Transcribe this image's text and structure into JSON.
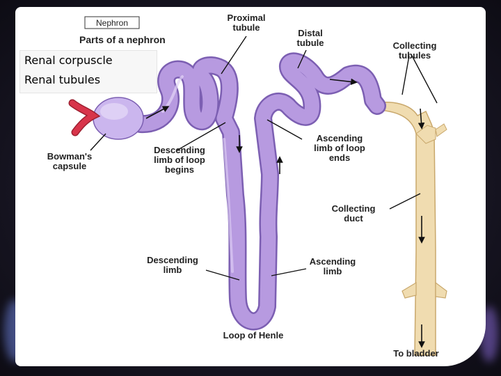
{
  "overlay": {
    "line1": "Renal corpuscle",
    "line2": "Renal tubules"
  },
  "diagram": {
    "box_title": "Nephron",
    "subtitle": "Parts of a nephron",
    "labels": {
      "proximal_1": "Proximal",
      "proximal_2": "tubule",
      "distal_1": "Distal",
      "distal_2": "tubule",
      "collecting_tubules_1": "Collecting",
      "collecting_tubules_2": "tubules",
      "bowmans_1": "Bowman's",
      "bowmans_2": "capsule",
      "desc_loop_1": "Descending",
      "desc_loop_2": "limb of loop",
      "desc_loop_3": "begins",
      "asc_loop_1": "Ascending",
      "asc_loop_2": "limb of loop",
      "asc_loop_3": "ends",
      "collecting_duct_1": "Collecting",
      "collecting_duct_2": "duct",
      "desc_limb_1": "Descending",
      "desc_limb_2": "limb",
      "asc_limb_1": "Ascending",
      "asc_limb_2": "limb",
      "loop_henle": "Loop of Henle",
      "to_bladder": "To bladder"
    }
  },
  "colors": {
    "tubule": "#b79ae0",
    "tubule_edge": "#7c5fb2",
    "duct": "#f0dcb0",
    "duct_edge": "#c9a86c",
    "vessel": "#d8344a",
    "glow": "#6a7fd8"
  }
}
